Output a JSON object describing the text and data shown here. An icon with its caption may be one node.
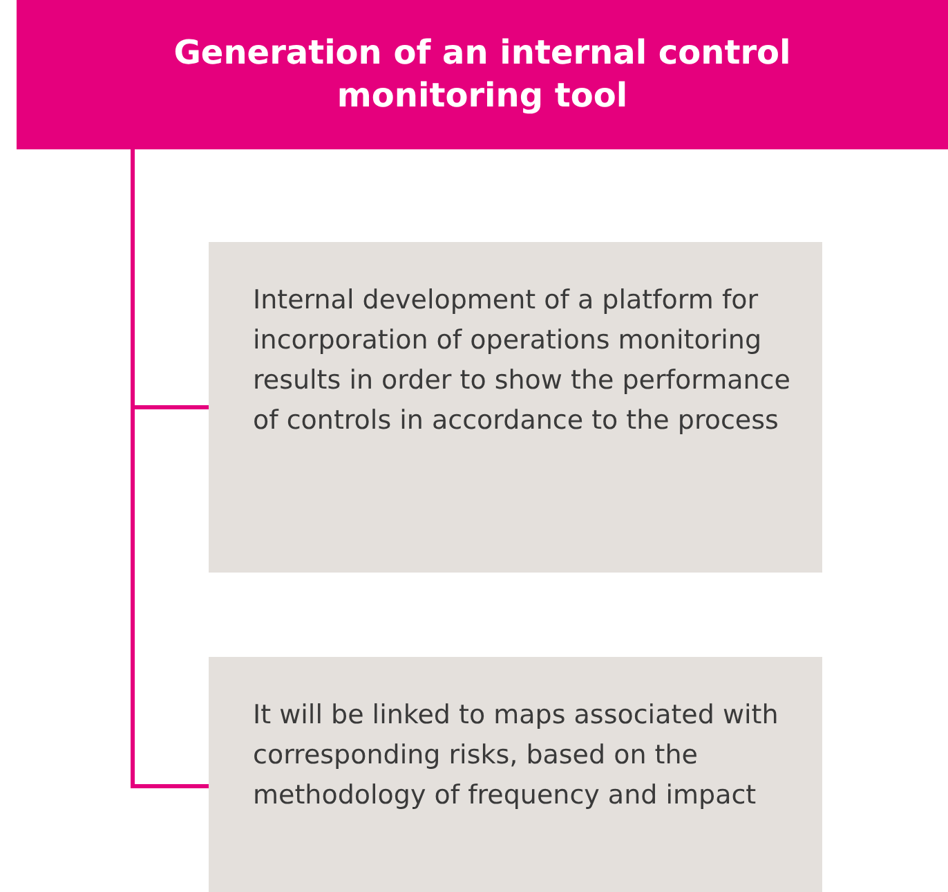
{
  "diagram": {
    "nodes": [
      {
        "text": [
          "Generation of an internal control monitoring tool"
        ]
      },
      {
        "text": [
          "Internal development of a platform for incorporation of operations monitoring results in order to show the performance of controls in accordance to the process"
        ]
      },
      {
        "text": [
          "It will be linked to maps associated with corresponding risks, based on the methodology of frequency and impact"
        ]
      }
    ],
    "edges": [
      {
        "from": 0,
        "to": 1,
        "arrow": "none"
      },
      {
        "from": 0,
        "to": 2,
        "arrow": "none"
      }
    ]
  }
}
